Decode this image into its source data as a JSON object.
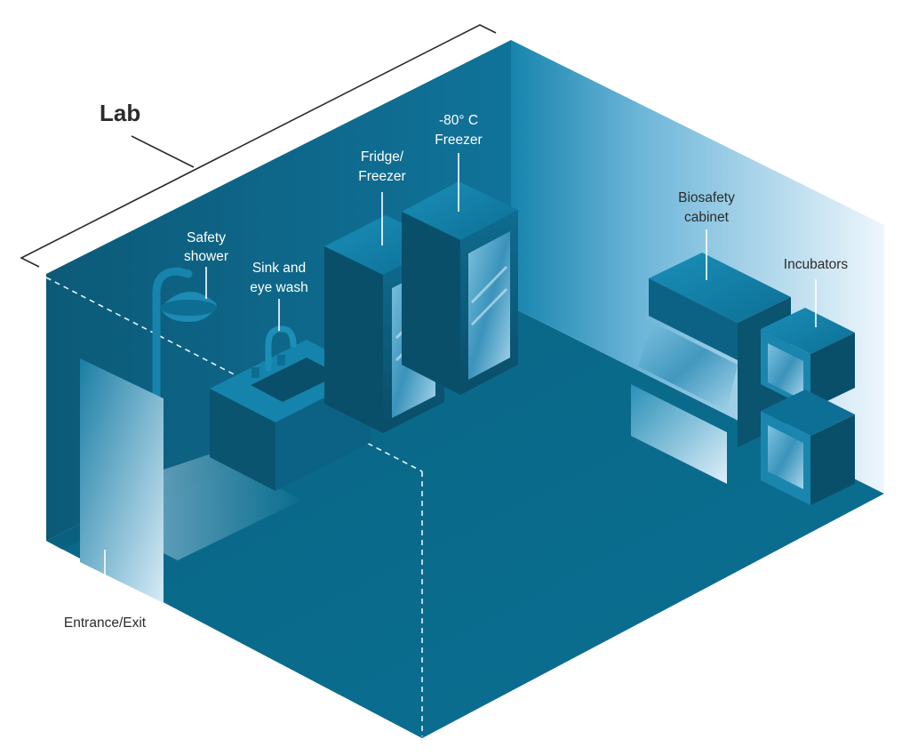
{
  "diagram": {
    "title": "Lab",
    "labels": {
      "safety_shower": [
        "Safety",
        "shower"
      ],
      "sink_eye_wash": [
        "Sink and",
        "eye wash"
      ],
      "fridge_freezer": [
        "Fridge/",
        "Freezer"
      ],
      "minus80_freezer": [
        "-80° C",
        "Freezer"
      ],
      "biosafety_cabinet": [
        "Biosafety",
        "cabinet"
      ],
      "incubators": [
        "Incubators"
      ],
      "entrance_exit": [
        "Entrance/Exit"
      ]
    },
    "colors": {
      "floor": "#0a6e8f",
      "back_wall": "#0d5f7d",
      "side_wall_light": "#e4f1fb",
      "equipment": "#0b4f6a",
      "glass": "#a9d6ec",
      "text_on_dark": "#ffffff",
      "text_on_light": "#2b2b2b"
    }
  }
}
